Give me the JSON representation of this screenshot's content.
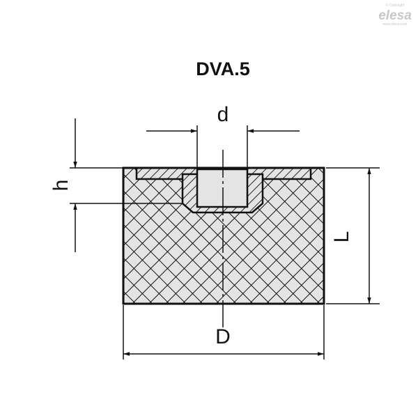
{
  "title": "DVA.5",
  "logo": {
    "copyright": "© Copyright",
    "brand": "elesa",
    "url": "www.elesa.com"
  },
  "dimensions": {
    "d": "d",
    "h": "h",
    "L": "L",
    "D": "D"
  },
  "colors": {
    "line": "#111111",
    "fill": "#e4e4e4"
  }
}
